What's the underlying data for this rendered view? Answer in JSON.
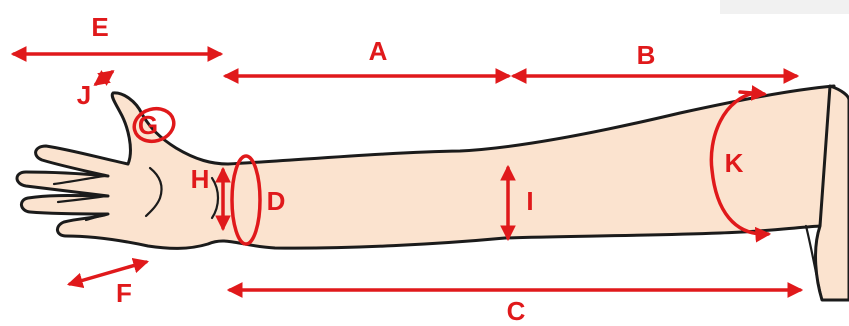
{
  "diagram": {
    "labels": {
      "A": "A",
      "B": "B",
      "C": "C",
      "D": "D",
      "E": "E",
      "F": "F",
      "G": "G",
      "H": "H",
      "I": "I",
      "J": "J",
      "K": "K"
    },
    "colors": {
      "measure": "#e0191b",
      "skin": "#fbe3cf",
      "outline": "#1b1b1b",
      "background": "#ffffff"
    }
  }
}
